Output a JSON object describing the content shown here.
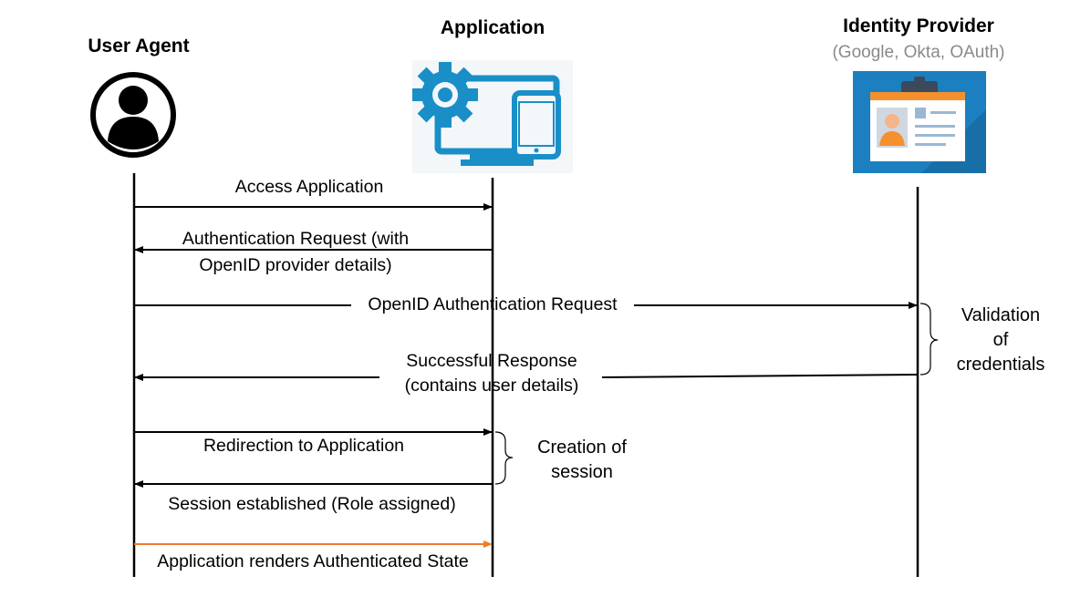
{
  "actors": {
    "user_agent": {
      "title": "User Agent",
      "icon": "user-circle-icon"
    },
    "application": {
      "title": "Application",
      "icon": "gear-monitor-tablet-icon"
    },
    "identity_provider": {
      "title": "Identity Provider",
      "subtitle": "(Google, Okta, OAuth)",
      "icon": "id-card-icon"
    }
  },
  "messages": [
    {
      "from": "User Agent",
      "to": "Application",
      "lines": [
        "Access Application"
      ]
    },
    {
      "from": "Application",
      "to": "User Agent",
      "lines": [
        "Authentication Request (with",
        "OpenID provider details)"
      ]
    },
    {
      "from": "User Agent",
      "to": "Identity Provider",
      "lines": [
        "OpenID Authentication Request"
      ]
    },
    {
      "from": "Identity Provider",
      "to": "User Agent",
      "lines": [
        "Successful Response",
        "(contains user details)"
      ]
    },
    {
      "from": "User Agent",
      "to": "Application",
      "lines": [
        "Redirection to Application"
      ]
    },
    {
      "from": "Application",
      "to": "User Agent",
      "lines": [
        "Session established (Role assigned)"
      ]
    },
    {
      "from": "User Agent",
      "to": "Application",
      "lines": [
        "Application renders Authenticated State"
      ],
      "color": "#ed7d31"
    }
  ],
  "notes": [
    {
      "lines": [
        "Validation",
        "of",
        "credentials"
      ]
    },
    {
      "lines": [
        "Creation of",
        "session"
      ]
    }
  ],
  "colors": {
    "line": "#000000",
    "highlight_arrow": "#ed7d31",
    "app_icon": "#1a8fc7",
    "app_icon_bg": "#f3f7fa",
    "idp_bg": "#1c7fc0",
    "idp_card_header": "#f5902e",
    "idp_card_body": "#ffffff",
    "subtitle_gray": "#8a8a8a"
  }
}
